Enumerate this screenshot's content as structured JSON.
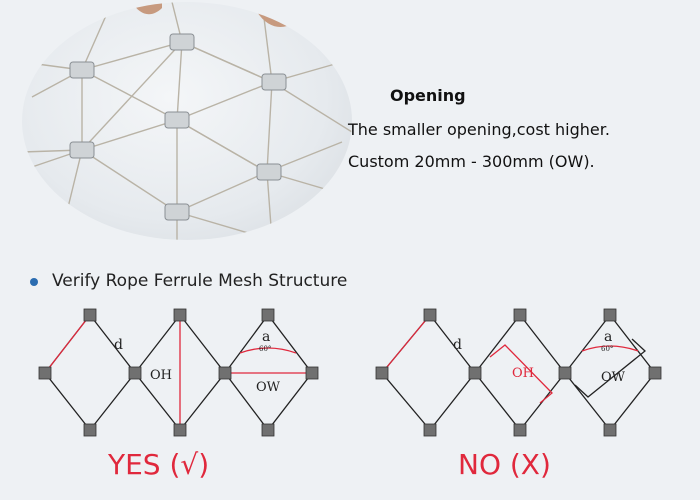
{
  "opening": {
    "title": "Opening",
    "line1": "The smaller opening,cost higher.",
    "line2": "Custom 20mm - 300mm (OW)."
  },
  "structure": {
    "heading": "Verify Rope Ferrule Mesh Structure"
  },
  "left_diagram": {
    "label_d": "d",
    "label_oh": "OH",
    "label_a": "a",
    "label_angle": "60°",
    "label_ow": "OW"
  },
  "right_diagram": {
    "label_d": "d",
    "label_oh": "OH",
    "label_a": "a",
    "label_angle": "60°",
    "label_ow": "OW"
  },
  "verdicts": {
    "yes": "YES (√)",
    "no": "NO (X)"
  },
  "colors": {
    "accent_red": "#e0283c",
    "bullet_blue": "#2b6cb0",
    "ferrule_gray": "#707070"
  }
}
